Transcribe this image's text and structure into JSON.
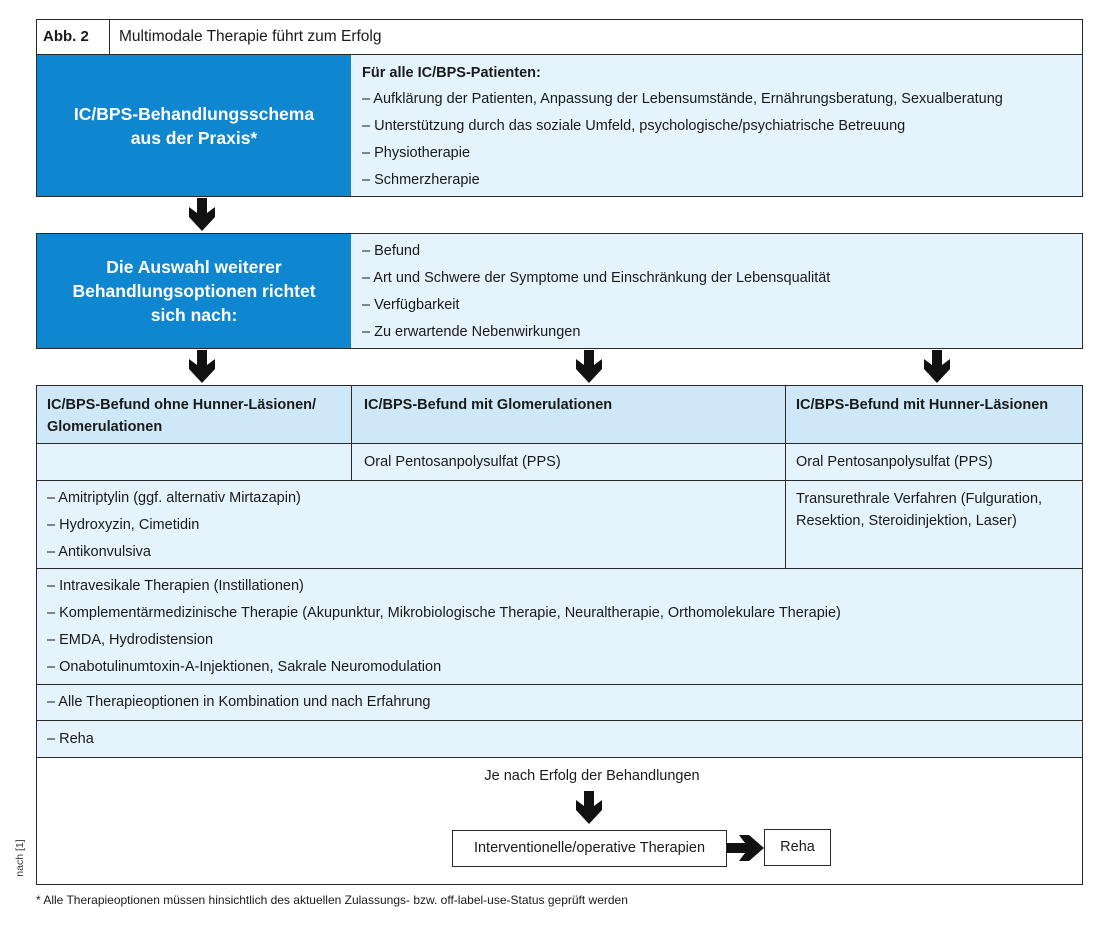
{
  "figure": {
    "label": "Abb. 2",
    "title": "Multimodale Therapie führt zum Erfolg"
  },
  "scheme": {
    "title": "IC/BPS-Behandlungsschema aus der Praxis*",
    "heading": "Für alle IC/BPS-Patienten:",
    "items": [
      "– Aufklärung der Patienten, Anpassung der Lebensumstände, Ernährungsberatung, Sexualberatung",
      "– Unterstützung durch das soziale Umfeld, psychologische/psychiatrische Betreuung",
      "– Physiotherapie",
      "– Schmerzherapie"
    ]
  },
  "selection": {
    "title": "Die Auswahl weiterer Behandlungsoptionen richtet sich nach:",
    "items": [
      "– Befund",
      "– Art und Schwere der Symptome und Einschränkung der Lebensqualität",
      "– Verfügbarkeit",
      "– Zu erwartende Nebenwirkungen"
    ]
  },
  "columns": {
    "headers": [
      "IC/BPS-Befund ohne Hunner-Läsionen/ Glomerulationen",
      "IC/BPS-Befund mit Glomerulationen",
      "IC/BPS-Befund mit Hunner-Läsionen"
    ],
    "pps_mid": "Oral Pentosanpolysulfat (PPS)",
    "pps_right": "Oral Pentosanpolysulfat (PPS)",
    "drugs": [
      "– Amitriptylin (ggf. alternativ Mirtazapin)",
      "– Hydroxyzin, Cimetidin",
      "– Antikonvulsiva"
    ],
    "transurethral": "Transurethrale Verfahren (Fulguration, Resektion, Steroidinjektion, Laser)"
  },
  "further": [
    "– Intravesikale Therapien (Instillationen)",
    "– Komplementärmedizinische Therapie (Akupunktur, Mikrobiologische Therapie, Neuraltherapie, Orthomolekulare Therapie)",
    "– EMDA, Hydrodistension",
    "– Onabotulinumtoxin-A-Injektionen, Sakrale Neuromodulation"
  ],
  "combination": "– Alle Therapieoptionen in Kombination und nach Erfahrung",
  "reha_row": "– Reha",
  "outcome": {
    "text": "Je nach Erfolg der Behandlungen",
    "interventional": "Interventionelle/operative Therapien",
    "reha": "Reha"
  },
  "source": "nach [1]",
  "footnote": "* Alle Therapieoptionen müssen hinsichtlich des aktuellen Zulassungs- bzw. off-label-use-Status geprüft werden"
}
